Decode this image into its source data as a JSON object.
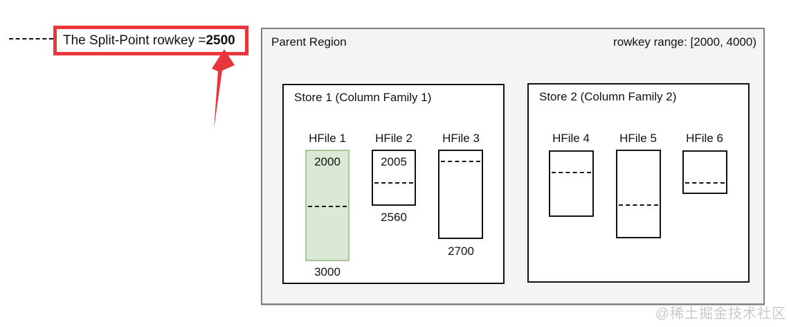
{
  "callout": {
    "text": "The Split-Point rowkey = ",
    "value": "2500"
  },
  "parent_region": {
    "title": "Parent Region",
    "rowkey_range": "rowkey range: [2000, 4000)",
    "stores": [
      {
        "title": "Store 1 (Column Family 1)",
        "hfiles": [
          {
            "name": "HFile 1",
            "start_rowkey": "2000",
            "end_rowkey": "3000",
            "highlighted": true
          },
          {
            "name": "HFile 2",
            "start_rowkey": "2005",
            "end_rowkey": "2560",
            "highlighted": false
          },
          {
            "name": "HFile 3",
            "end_rowkey": "2700",
            "highlighted": false
          }
        ]
      },
      {
        "title": "Store 2 (Column Family 2)",
        "hfiles": [
          {
            "name": "HFile 4",
            "highlighted": false
          },
          {
            "name": "HFile 5",
            "highlighted": false
          },
          {
            "name": "HFile 6",
            "highlighted": false
          }
        ]
      }
    ]
  },
  "watermark": "@稀土掘金技术社区",
  "colors": {
    "callout_red": "#e8363c",
    "highlight_fill": "#d9e9d3",
    "highlight_border": "#a9c49b",
    "region_bg": "#f4f4f4",
    "region_border": "#7e7e7e",
    "watermark_gray": "#c9c9c9"
  }
}
